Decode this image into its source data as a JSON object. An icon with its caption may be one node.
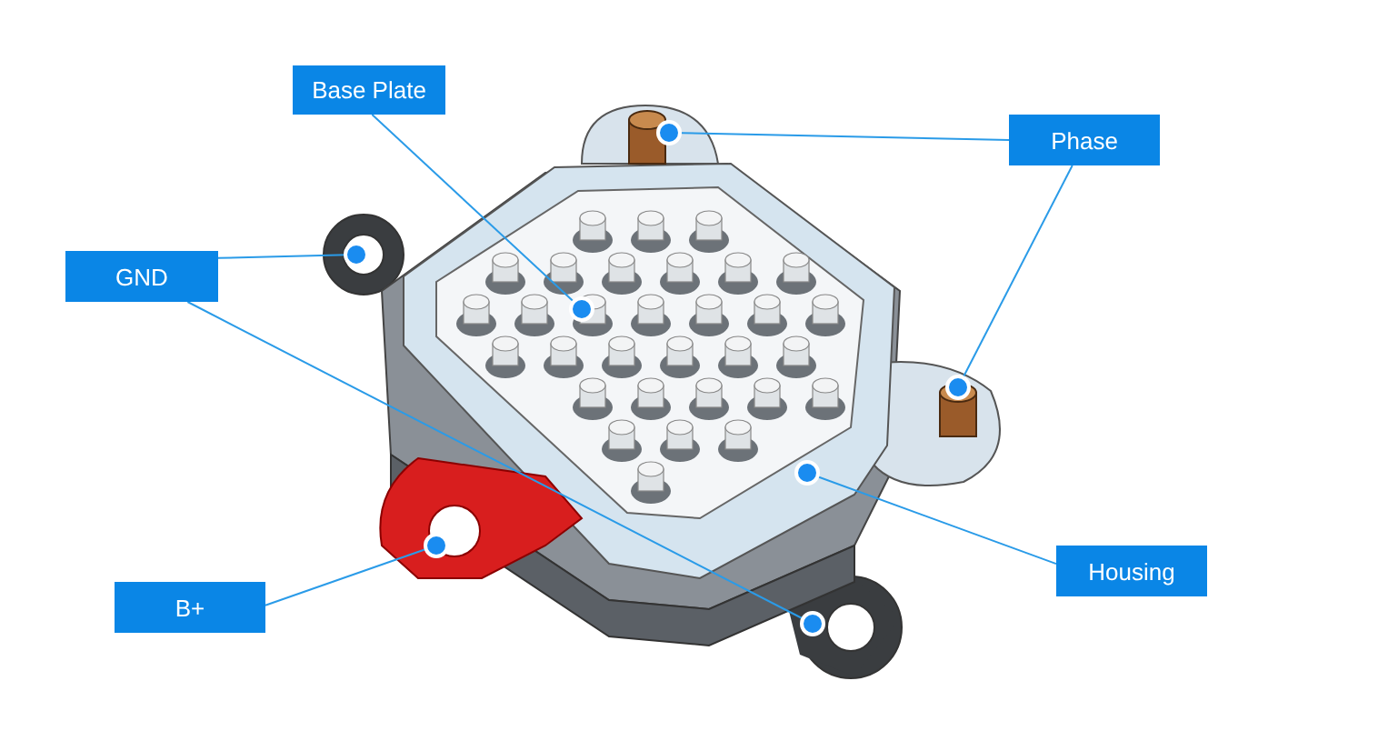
{
  "diagram": {
    "nodes": [
      {
        "text": [
          "Base Plate"
        ]
      },
      {
        "text": [
          "Phase"
        ]
      },
      {
        "text": [
          "GND"
        ]
      },
      {
        "text": [
          "Housing"
        ]
      },
      {
        "text": [
          "B+"
        ]
      }
    ],
    "edges": [
      {
        "from": 0,
        "to": null,
        "arrow": "none"
      },
      {
        "from": 1,
        "to": null,
        "arrow": "none"
      },
      {
        "from": 1,
        "to": null,
        "arrow": "none"
      },
      {
        "from": 2,
        "to": null,
        "arrow": "none"
      },
      {
        "from": 2,
        "to": null,
        "arrow": "none"
      },
      {
        "from": 3,
        "to": null,
        "arrow": "none"
      },
      {
        "from": 4,
        "to": null,
        "arrow": "none"
      }
    ]
  }
}
